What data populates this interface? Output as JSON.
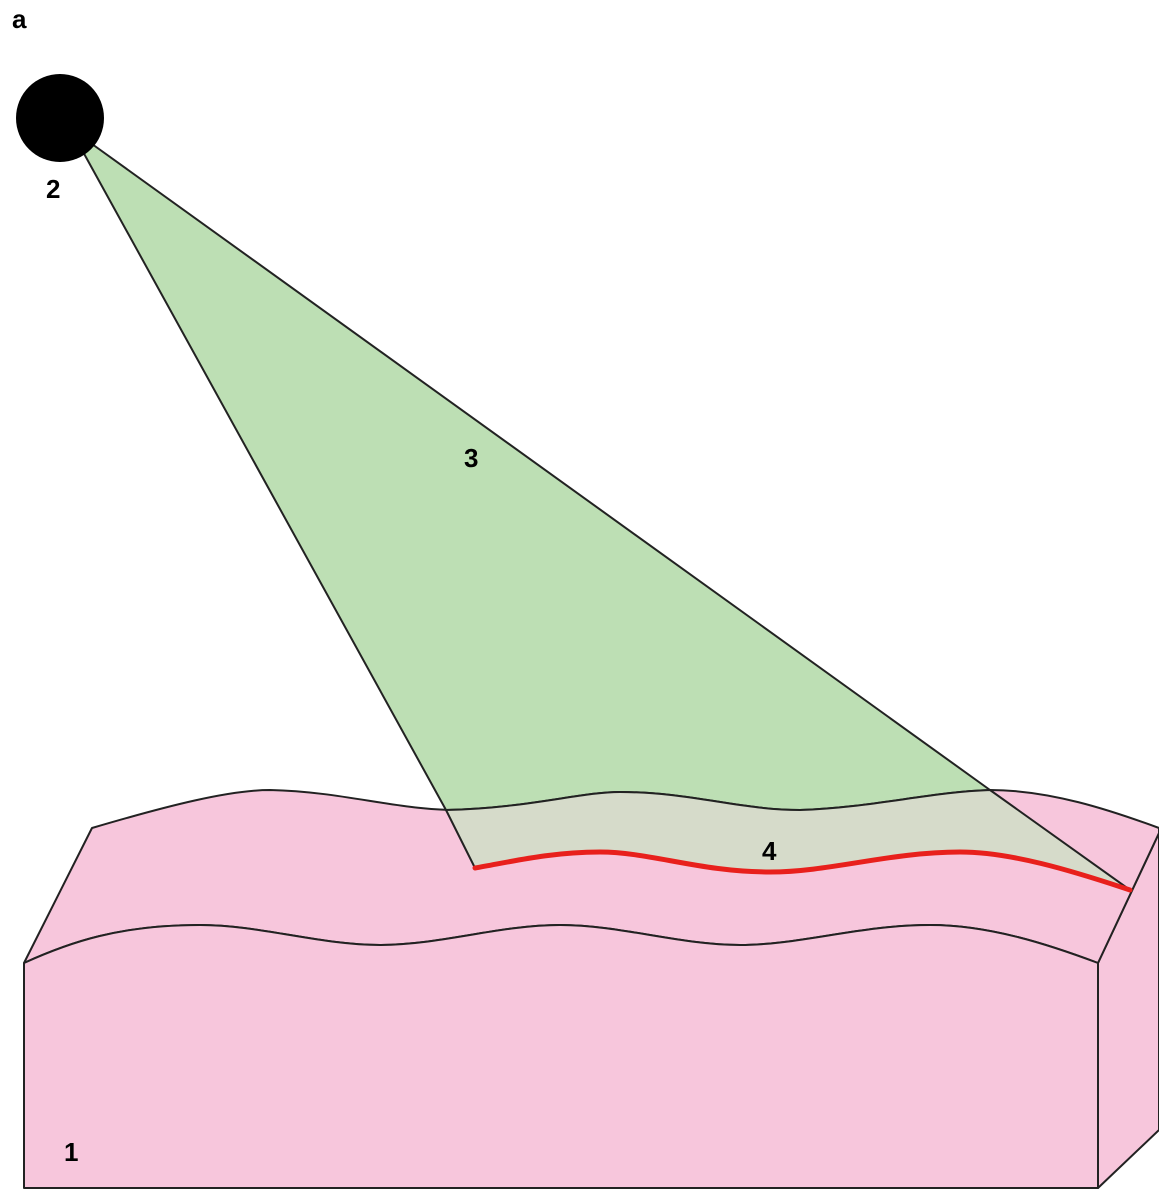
{
  "panel_label": "a",
  "labels": {
    "tissue": "1",
    "light_source": "2",
    "light_beam": "3",
    "illuminated_region": "4"
  },
  "colors": {
    "tissue_fill": "#f7c6dc",
    "beam_fill": "#bddfb4",
    "overlap_fill": "#d6dbca",
    "highlight_line": "#e8201c",
    "source_fill": "#000000",
    "outline": "#222222"
  }
}
